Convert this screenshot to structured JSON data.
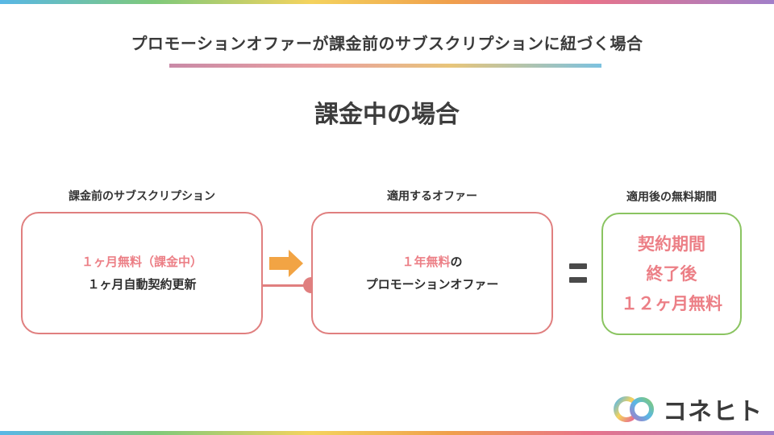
{
  "header": {
    "title": "プロモーションオファーが課金前のサブスクリプションに紐づく場合"
  },
  "section": {
    "title": "課金中の場合"
  },
  "left_box": {
    "label": "課金前のサブスクリプション",
    "line1": "１ヶ月無料（課金中）",
    "line2": "１ヶ月自動契約更新"
  },
  "middle_box": {
    "label": "適用するオファー",
    "line1_highlight": "１年無料",
    "line1_suffix": "の",
    "line2": "プロモーションオファー"
  },
  "right_box": {
    "label": "適用後の無料期間",
    "line1": "契約期間",
    "line2": "終了後",
    "line3": "１２ヶ月無料"
  },
  "operator": "=",
  "logo": {
    "text": "コネヒト"
  },
  "colors": {
    "accent_pink": "#ec7f86",
    "border_pink": "#e07f7f",
    "border_green": "#8ac461",
    "arrow_orange": "#f2a444",
    "text_dark": "#333333"
  },
  "icons": {
    "arrow": "right-arrow-icon",
    "logo": "konehito-logo-icon"
  }
}
